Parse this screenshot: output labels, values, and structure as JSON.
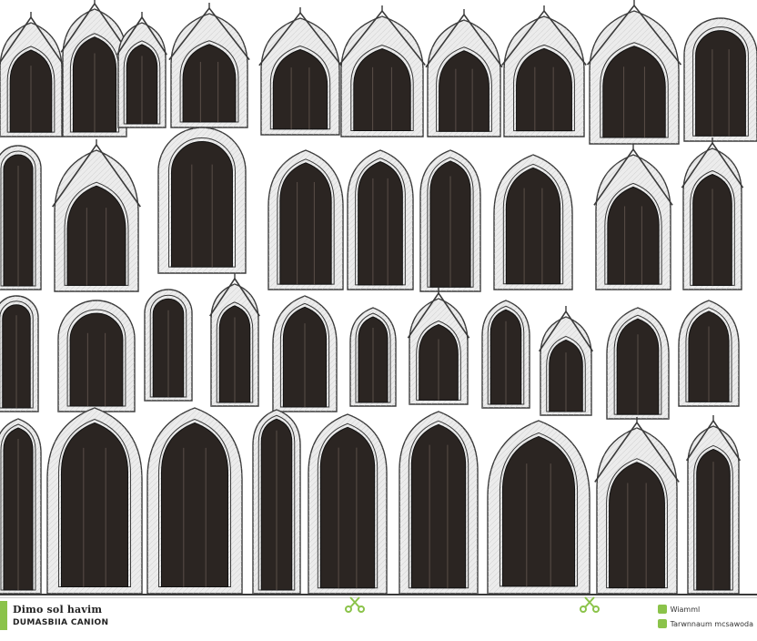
{
  "image": {
    "subject": "Gothic architectural windows and doors",
    "colors": {
      "stone": "#ececec",
      "stone_stroke": "#3a3a3a",
      "opening": "#2b2522",
      "mullion": "#5a4e48",
      "accent_green": "#8bc34a"
    }
  },
  "footer": {
    "brand_line1": "Dimo sol havim",
    "brand_line2": "DUMASBIIA CANION",
    "brand_line3": "",
    "meta_line1": "Wiamml",
    "meta_line2": "Tarwnnaum mcsawoda"
  }
}
